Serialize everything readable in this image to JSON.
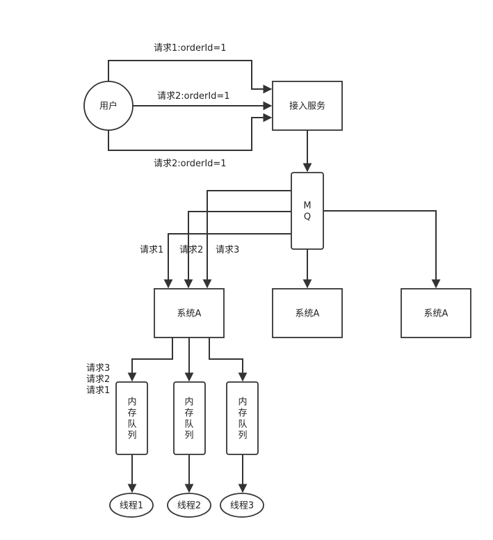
{
  "user": "用户",
  "access_service": "接入服务",
  "mq": {
    "line1": "M",
    "line2": "Q"
  },
  "edges_top": {
    "upper": "请求1:orderId=1",
    "middle": "请求2:orderId=1",
    "lower": "请求2:orderId=1"
  },
  "mq_requests": [
    "请求1",
    "请求2",
    "请求3"
  ],
  "systems": [
    "系统A",
    "系统A",
    "系统A"
  ],
  "queue_stack": [
    "请求3",
    "请求2",
    "请求1"
  ],
  "queues": [
    {
      "chars": [
        "内",
        "存",
        "队",
        "列"
      ]
    },
    {
      "chars": [
        "内",
        "存",
        "队",
        "列"
      ]
    },
    {
      "chars": [
        "内",
        "存",
        "队",
        "列"
      ]
    }
  ],
  "threads": [
    "线程1",
    "线程2",
    "线程3"
  ],
  "colors": {
    "line": "#333333",
    "fill": "#ffffff",
    "text": "#222222"
  }
}
